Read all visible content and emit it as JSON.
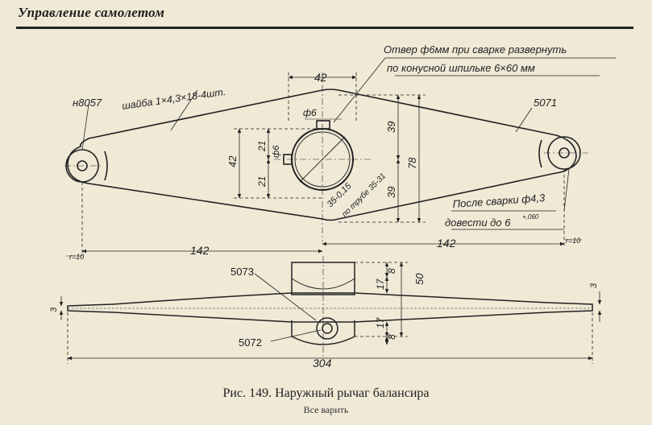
{
  "header": {
    "title": "Управление самолетом"
  },
  "figure": {
    "caption": "Рис. 149. Наружный рычаг балансира",
    "note": "Все варить"
  },
  "labels": {
    "part_h8057": "н8057",
    "washer": "шайба 1×4,3×18-4шт.",
    "part_5071": "5071",
    "part_5073": "5073",
    "part_5072": "5072",
    "hole_note_line1": "Отвер ф6мм при сварке развернуть",
    "hole_note_line2": "по конусной шпильке 6×60 мм",
    "weld_note_line1": "После сварки ф4,3",
    "weld_note_line2": "довести до 6",
    "weld_tol": "+,060",
    "tube_note_line1": "35-0,15",
    "tube_note_line2": "по трубе 35-31"
  },
  "dimensions": {
    "d42_top": "42",
    "phi6_top": "ф6",
    "d39_upper": "39",
    "d39_lower": "39",
    "d78": "78",
    "d42_left": "42",
    "d21_upper": "21",
    "d21_lower": "21",
    "phi6_left": "ф6",
    "d142_left": "142",
    "d142_right": "142",
    "r10_left": "r=10",
    "r10_right": "r=10",
    "d8_top": "8",
    "d17_top": "17",
    "d50": "50",
    "d17_bottom": "17",
    "d8_bottom": "8",
    "d3_left": "3",
    "d3_right": "3",
    "d304": "304"
  }
}
